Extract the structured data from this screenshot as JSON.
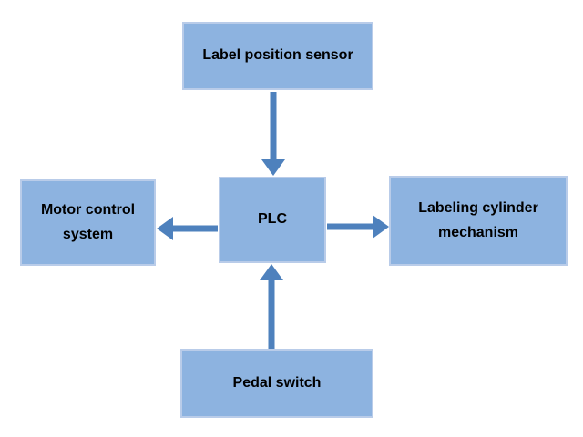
{
  "colors": {
    "background": "#ffffff",
    "box-fill": "#8db3e0",
    "box-border": "#b9cce9",
    "arrow": "#4e81bd",
    "text": "#000000"
  },
  "diagram": {
    "type": "block-diagram",
    "nodes": {
      "sensor": {
        "label": "Label position sensor"
      },
      "motor": {
        "label": "Motor control system"
      },
      "plc": {
        "label": "PLC"
      },
      "cylinder": {
        "label": "Labeling cylinder mechanism"
      },
      "pedal": {
        "label": "Pedal switch"
      }
    },
    "edges": [
      {
        "from": "sensor",
        "to": "plc",
        "direction": "down"
      },
      {
        "from": "plc",
        "to": "motor",
        "direction": "left"
      },
      {
        "from": "plc",
        "to": "cylinder",
        "direction": "right"
      },
      {
        "from": "pedal",
        "to": "plc",
        "direction": "up"
      }
    ]
  }
}
